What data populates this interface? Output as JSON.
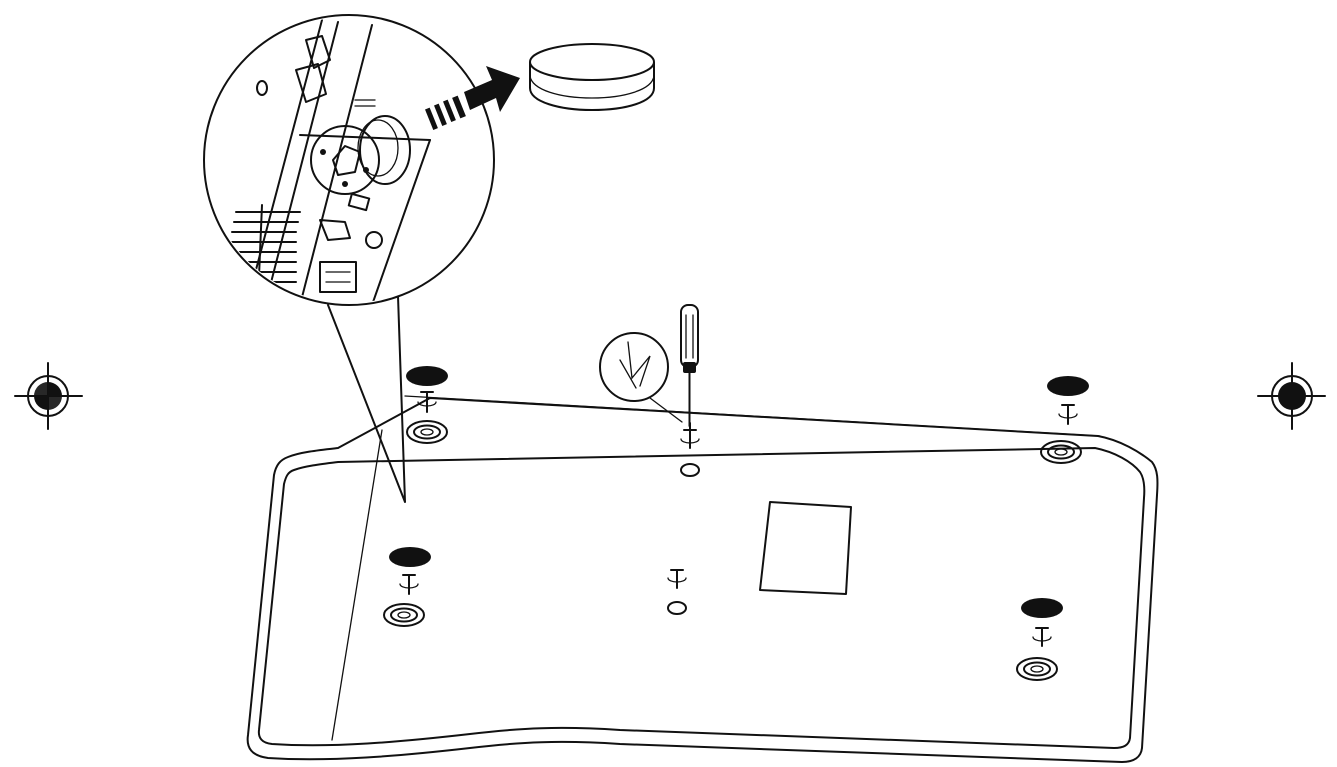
{
  "diagram": {
    "ink_color": "#111111",
    "background_color": "#ffffff",
    "components": [
      "registration-mark-icon",
      "keyboard-underside",
      "rubber-foot",
      "screw-icon",
      "foot-socket",
      "screwdriver-icon",
      "label-plate",
      "magnifier-callout",
      "coin-cell-battery",
      "removal-arrow-icon"
    ]
  }
}
